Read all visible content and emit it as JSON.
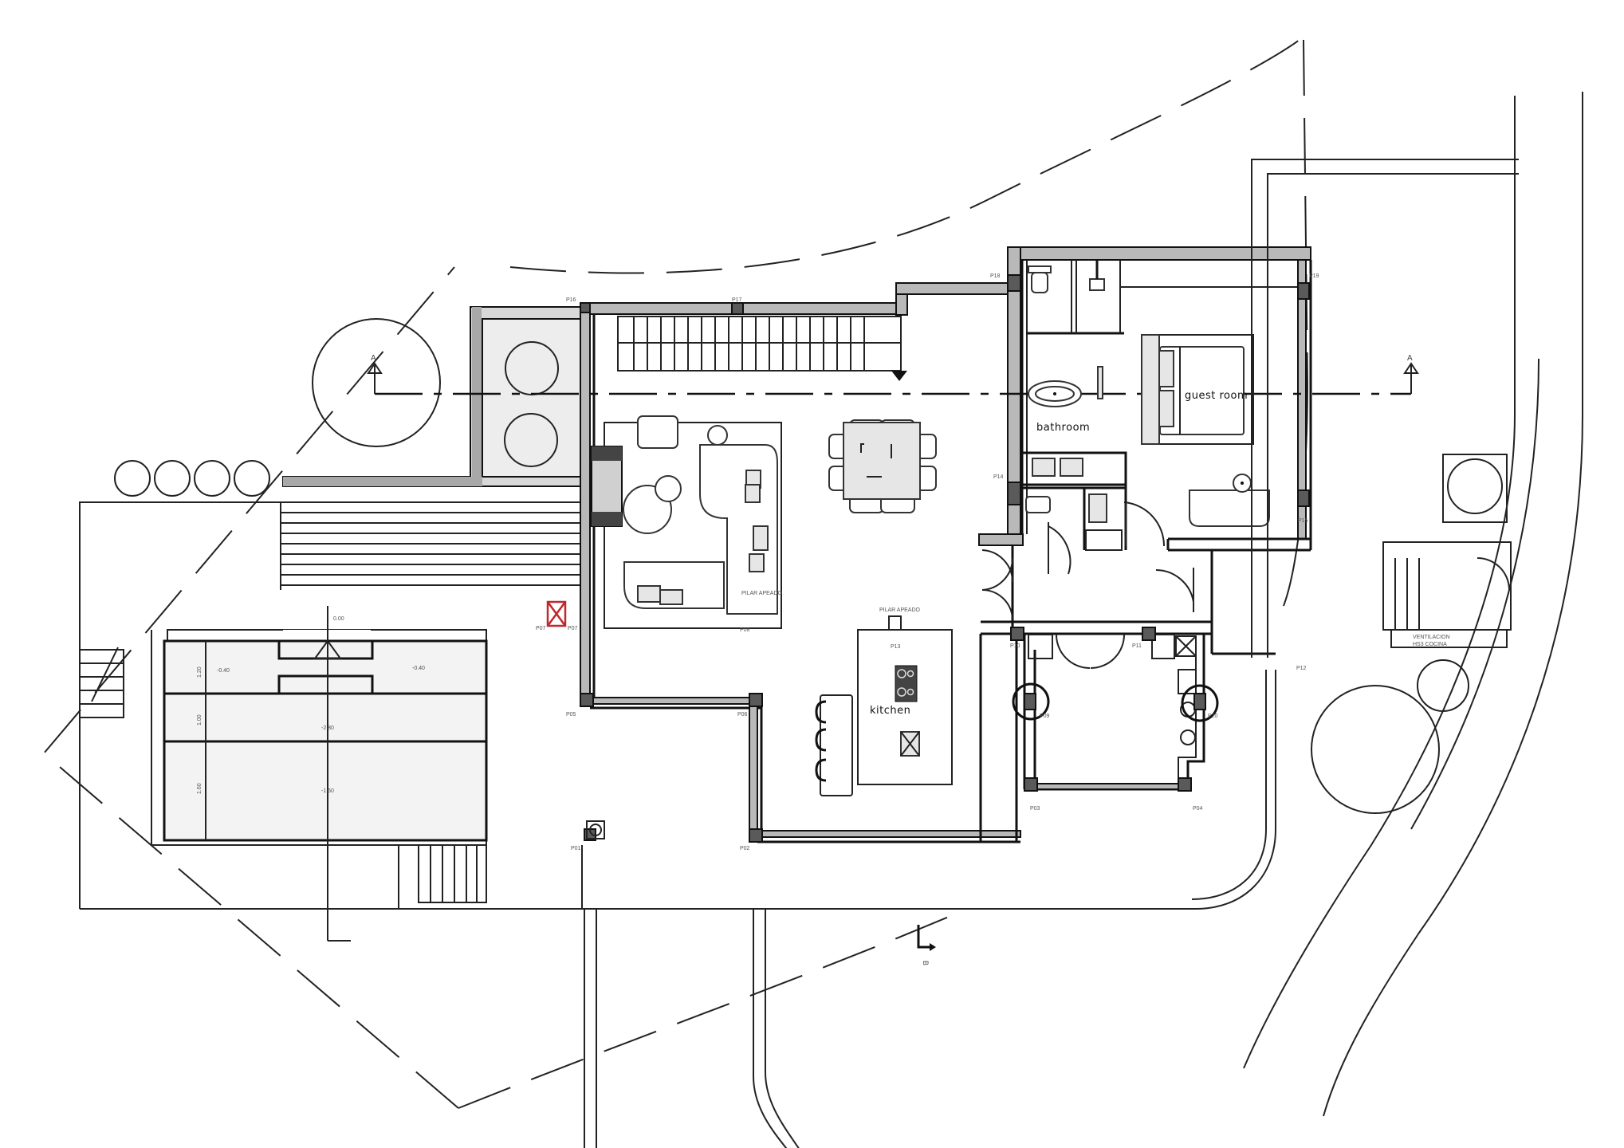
{
  "drawing": {
    "type": "architectural floor plan",
    "rooms": {
      "bathroom": "bathroom",
      "guest_room": "guest room",
      "kitchen": "kitchen"
    },
    "annotations": {
      "pilar_apeado_kitchen": "PILAR APEADO",
      "pilar_apeado_living": "PILAR APEADO",
      "ventilacion_line1": "VENTILACION",
      "ventilacion_line2": "HS3 COCINA"
    },
    "section_markers": {
      "a_left": "A",
      "a_right": "A",
      "b_bottom": "B"
    },
    "pillars": {
      "p01": "P01",
      "p02": "P02",
      "p03": "P03",
      "p04": "P04",
      "p05": "P05",
      "p06": "P06",
      "p07": "P07",
      "p07b": "P07",
      "p08": "P08",
      "p09": "P09",
      "p10": "P10",
      "p11": "P11",
      "p12": "P12",
      "p13": "P13",
      "p14": "P14",
      "p15": "P15",
      "p16": "P16",
      "p17": "P17",
      "p18": "P18",
      "p19": "P19",
      "p20": "P20"
    },
    "pool": {
      "top_level": "0.00",
      "level_left": "-0.40",
      "level_right": "-0.40",
      "level_mid": "-2.80",
      "level_deep": "-1.60",
      "dim_1": "1.20",
      "dim_2": "1.00",
      "dim_3": "1.60"
    },
    "colors": {
      "line": "#111111",
      "wall_fill": "#b9b9b9",
      "column_fill": "#5a5a5a",
      "demolished_pillar": "#c0282d",
      "background": "#ffffff"
    }
  }
}
